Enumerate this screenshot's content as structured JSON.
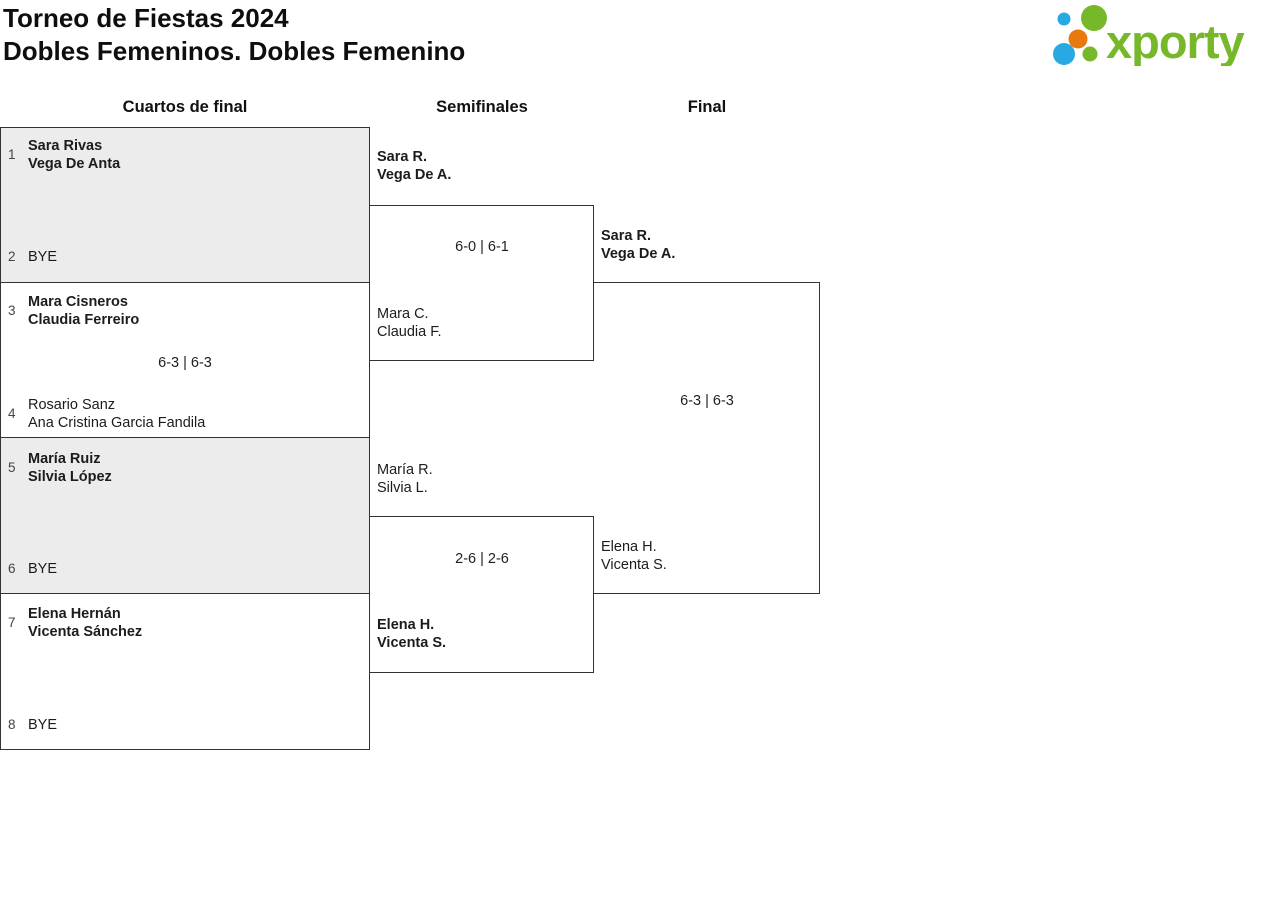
{
  "page": {
    "title_line1": "Torneo de Fiestas 2024",
    "title_line2": "Dobles Femeninos. Dobles Femenino"
  },
  "logo": {
    "text": "xporty",
    "green": "#76b82a",
    "blue": "#29a9e1",
    "orange": "#e8790f"
  },
  "rounds": [
    {
      "label": "Cuartos de final"
    },
    {
      "label": "Semifinales"
    },
    {
      "label": "Final"
    }
  ],
  "bracket": {
    "quarterfinals": [
      {
        "shaded": true,
        "score": "",
        "top": {
          "seed": "1",
          "line1": "Sara Rivas",
          "line2": "Vega De Anta",
          "winner": true
        },
        "bottom": {
          "seed": "2",
          "line1": "BYE",
          "line2": "",
          "winner": false
        }
      },
      {
        "shaded": false,
        "score": "6-3 | 6-3",
        "top": {
          "seed": "3",
          "line1": "Mara Cisneros",
          "line2": "Claudia Ferreiro",
          "winner": true
        },
        "bottom": {
          "seed": "4",
          "line1": "Rosario Sanz",
          "line2": "Ana Cristina Garcia Fandila",
          "winner": false
        }
      },
      {
        "shaded": true,
        "score": "",
        "top": {
          "seed": "5",
          "line1": "María Ruiz",
          "line2": "Silvia López",
          "winner": true
        },
        "bottom": {
          "seed": "6",
          "line1": "BYE",
          "line2": "",
          "winner": false
        }
      },
      {
        "shaded": false,
        "score": "",
        "top": {
          "seed": "7",
          "line1": "Elena Hernán",
          "line2": "Vicenta Sánchez",
          "winner": true
        },
        "bottom": {
          "seed": "8",
          "line1": "BYE",
          "line2": "",
          "winner": false
        }
      }
    ],
    "semifinals": [
      {
        "score": "6-0 | 6-1",
        "top": {
          "line1": "Sara R.",
          "line2": "Vega De A.",
          "winner": true
        },
        "bottom": {
          "line1": "Mara C.",
          "line2": "Claudia F.",
          "winner": false
        }
      },
      {
        "score": "2-6 | 2-6",
        "top": {
          "line1": "María R.",
          "line2": "Silvia L.",
          "winner": false
        },
        "bottom": {
          "line1": "Elena H.",
          "line2": "Vicenta S.",
          "winner": true
        }
      }
    ],
    "final": {
      "score": "6-3 | 6-3",
      "top": {
        "line1": "Sara R.",
        "line2": "Vega De A.",
        "winner": true
      },
      "bottom": {
        "line1": "Elena H.",
        "line2": "Vicenta S.",
        "winner": false
      }
    }
  }
}
